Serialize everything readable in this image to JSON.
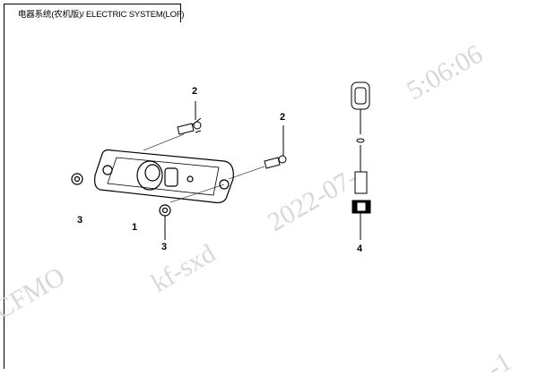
{
  "header": {
    "title": "电器系统(农机版)/ ELECTRIC SYSTEM(LOF)"
  },
  "callouts": [
    {
      "label": "2"
    },
    {
      "label": "2"
    },
    {
      "label": "3"
    },
    {
      "label": "1"
    },
    {
      "label": "3"
    },
    {
      "label": "4"
    }
  ],
  "watermark": {
    "parts": [
      "CFMO",
      "kf-sxd",
      "2022-07-",
      "5:06:06",
      "-1"
    ],
    "color": "#d8d8d8"
  }
}
